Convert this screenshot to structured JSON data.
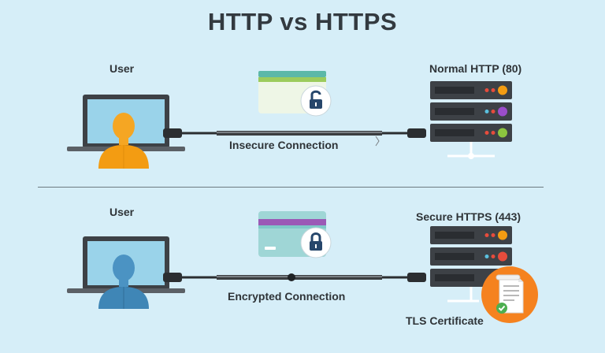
{
  "title": "HTTP vs HTTPS",
  "top": {
    "user_label": "User",
    "server_label": "Normal HTTP (80)",
    "connection_label": "Insecure Connection",
    "lock_icon": "unlocked-padlock-icon"
  },
  "bottom": {
    "user_label": "User",
    "server_label": "Secure HTTPS (443)",
    "connection_label": "Encrypted Connection",
    "certificate_label": "TLS Certificate",
    "lock_icon": "locked-padlock-icon"
  },
  "colors": {
    "background": "#d6eef8",
    "user_insecure": "#f5a623",
    "user_secure": "#3f86b6",
    "server_body": "#3d4146",
    "certificate_badge": "#f5821f"
  }
}
